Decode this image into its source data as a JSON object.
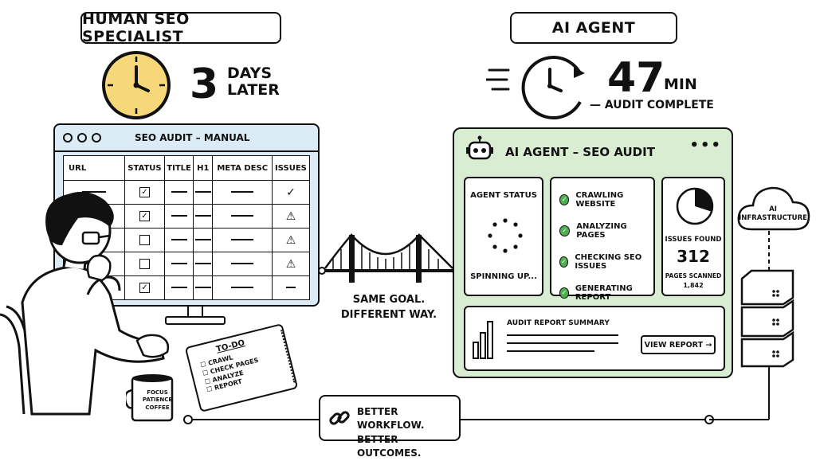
{
  "human": {
    "title": "HUMAN SEO SPECIALIST",
    "time_number": "3",
    "time_unit_line1": "DAYS",
    "time_unit_line2": "LATER"
  },
  "manual_window": {
    "title": "SEO AUDIT – MANUAL",
    "columns": [
      "URL",
      "STATUS",
      "TITLE",
      "H1",
      "META DESC",
      "ISSUES"
    ],
    "rows": [
      {
        "status": "checked",
        "issue": "check"
      },
      {
        "status": "checked",
        "issue": "warning"
      },
      {
        "status": "unchecked",
        "issue": "warning"
      },
      {
        "status": "unchecked",
        "issue": "warning"
      },
      {
        "status": "checked",
        "issue": "dash"
      }
    ]
  },
  "todo": {
    "title": "TO-DO",
    "items": [
      "CRAWL",
      "CHECK PAGES",
      "ANALYZE",
      "REPORT"
    ]
  },
  "mug": {
    "lines": [
      "FOCUS",
      "PATIENCE",
      "COFFEE"
    ]
  },
  "bridge": {
    "caption_line1": "SAME GOAL.",
    "caption_line2": "DIFFERENT WAY."
  },
  "ai": {
    "title": "AI AGENT",
    "time_number": "47",
    "time_unit": "MIN",
    "time_caption": "— AUDIT COMPLETE"
  },
  "ai_window": {
    "title": "AI AGENT – SEO AUDIT",
    "menu_icon": "ellipsis-icon",
    "agent_status_label": "AGENT STATUS",
    "agent_status_value": "SPINNING UP...",
    "tasks": [
      "CRAWLING WEBSITE",
      "ANALYZING PAGES",
      "CHECKING SEO ISSUES",
      "GENERATING REPORT"
    ],
    "issues_label": "ISSUES FOUND",
    "issues_value": "312",
    "pages_label": "PAGES SCANNED",
    "pages_value": "1,842",
    "report_title": "AUDIT REPORT SUMMARY",
    "view_report_label": "VIEW REPORT →",
    "pie_fraction": 0.3
  },
  "infra": {
    "label_line1": "AI",
    "label_line2": "INFRASTRUCTURE"
  },
  "footer": {
    "line1": "BETTER WORKFLOW.",
    "line2": "BETTER OUTCOMES."
  },
  "colors": {
    "clock_face": "#f6d77a",
    "manual_window_bg": "#dcecf7",
    "ai_window_bg": "#d9edd3",
    "task_check": "#4caf50",
    "outline": "#111111"
  }
}
